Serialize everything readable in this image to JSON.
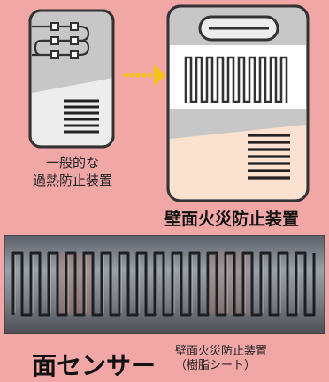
{
  "diagram": {
    "general_device_label_line1": "一般的な",
    "general_device_label_line2": "過熱防止装置",
    "wall_device_label": "壁面火災防止装置",
    "surface_sensor_title": "面センサー",
    "sheet_label_line1": "壁面火災防止装置",
    "sheet_label_line2": "（樹脂シート）"
  },
  "colors": {
    "background": "#f2a7a7",
    "arrow": "#f6c21a",
    "device_gray": "#c7c7c7",
    "device_light": "#ededed",
    "device_peach": "#fbe1cf",
    "outline": "#333333"
  }
}
